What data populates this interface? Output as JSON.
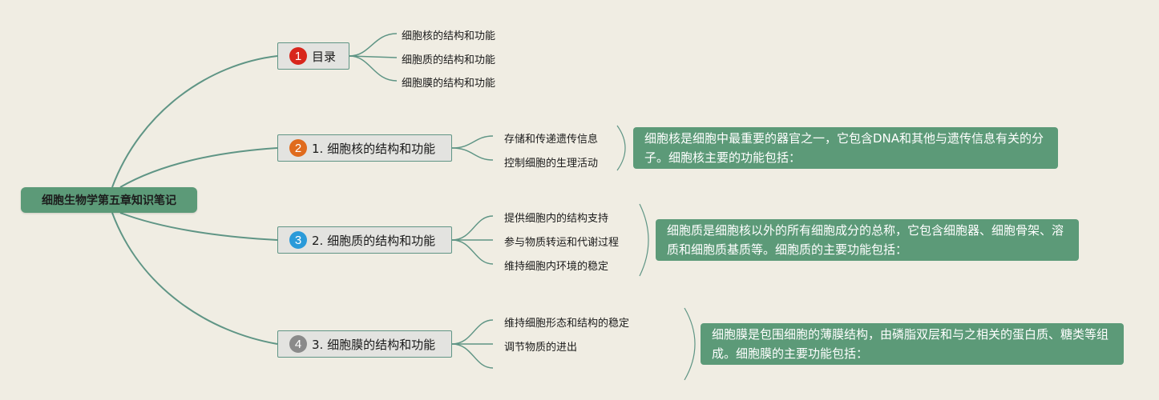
{
  "root": {
    "label": "细胞生物学第五章知识笔记"
  },
  "topics": [
    {
      "number": "1",
      "label": "目录",
      "badge_color": "#d8261c",
      "children": [
        "细胞核的结构和功能",
        "细胞质的结构和功能",
        "细胞膜的结构和功能"
      ]
    },
    {
      "number": "2",
      "label": "1. 细胞核的结构和功能",
      "badge_color": "#e06b1d",
      "children": [
        "存储和传递遗传信息",
        "控制细胞的生理活动"
      ],
      "note": "细胞核是细胞中最重要的器官之一，它包含DNA和其他与遗传信息有关的分子。细胞核主要的功能包括："
    },
    {
      "number": "3",
      "label": "2. 细胞质的结构和功能",
      "badge_color": "#2a9ad9",
      "children": [
        "提供细胞内的结构支持",
        "参与物质转运和代谢过程",
        "维持细胞内环境的稳定"
      ],
      "note": "细胞质是细胞核以外的所有细胞成分的总称，它包含细胞器、细胞骨架、溶质和细胞质基质等。细胞质的主要功能包括："
    },
    {
      "number": "4",
      "label": "3. 细胞膜的结构和功能",
      "badge_color": "#8a8a8a",
      "children": [
        "维持细胞形态和结构的稳定",
        "调节物质的进出"
      ],
      "note": "细胞膜是包围细胞的薄膜结构，由磷脂双层和与之相关的蛋白质、糖类等组成。细胞膜的主要功能包括："
    }
  ],
  "colors": {
    "link": "#5f9585",
    "node_fill": "#5c9a78",
    "background": "#f0ede3"
  }
}
